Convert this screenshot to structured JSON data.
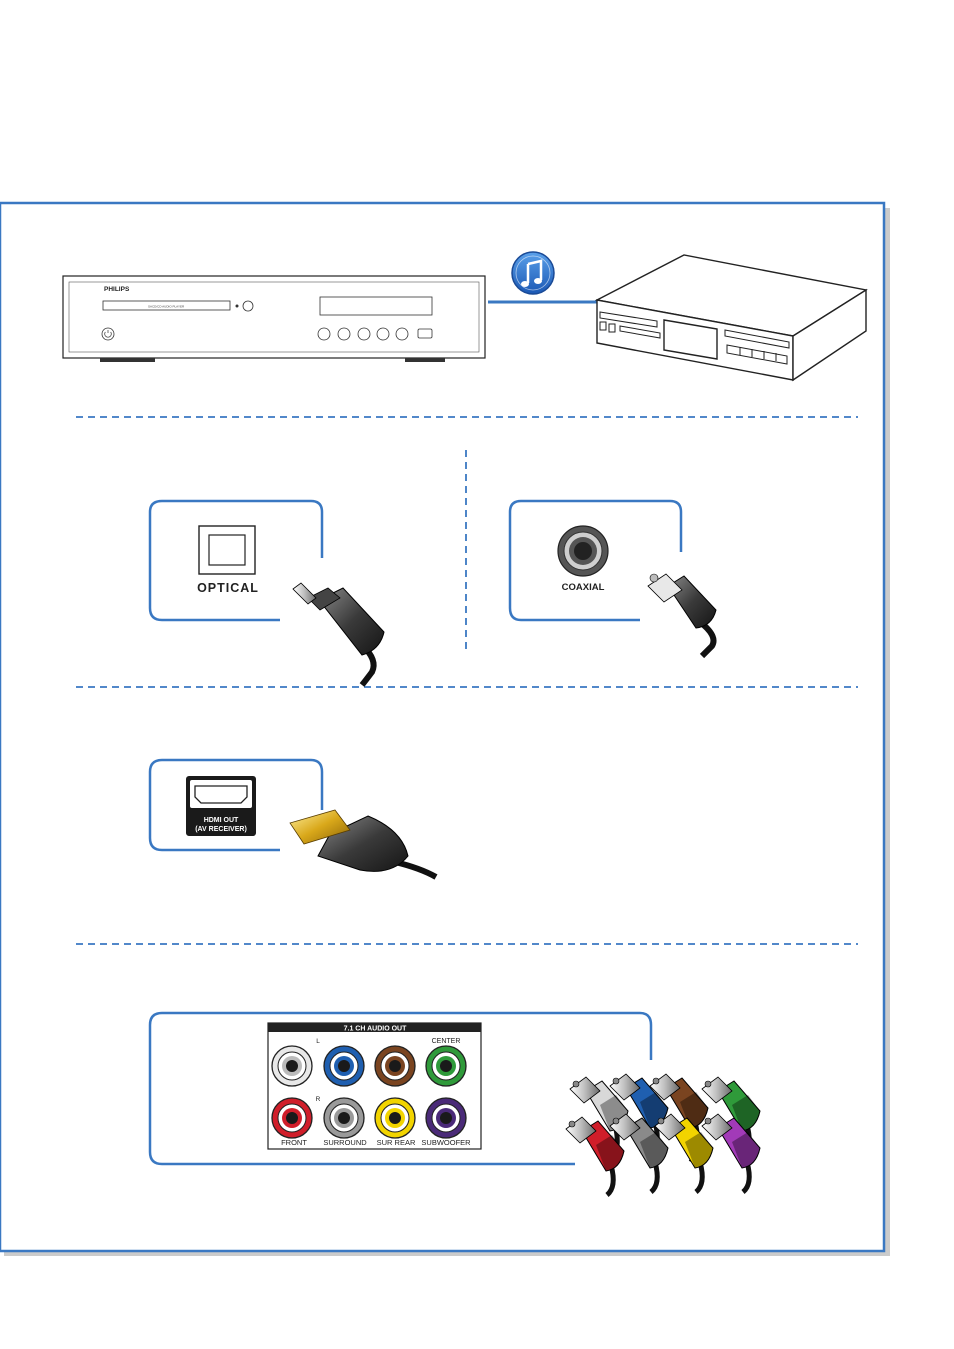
{
  "player": {
    "brand": "PHILIPS",
    "model": "SACD/CD AUDIO PLAYER"
  },
  "optical": {
    "label": "OPTICAL"
  },
  "coaxial": {
    "label": "COAXIAL"
  },
  "hdmi": {
    "line1": "HDMI OUT",
    "line2": "(AV RECEIVER)"
  },
  "audio71": {
    "title": "7.1 CH AUDIO OUT",
    "label_l": "L",
    "label_r": "R",
    "center": "CENTER",
    "front": "FRONT",
    "surround": "SURROUND",
    "sur_rear": "SUR REAR",
    "subwoofer": "SUBWOOFER"
  },
  "colors": {
    "frame_blue": "#3a78c2",
    "jack_white": "#e8e8e8",
    "jack_blue": "#1f5fb0",
    "jack_brown": "#7a4420",
    "jack_green": "#2f9a3a",
    "jack_red": "#d01e2a",
    "jack_gray": "#9a9a9a",
    "jack_yellow": "#f2d400",
    "jack_purple": "#4a2a78",
    "plug_violet": "#a23ab8"
  },
  "icons": [
    "music-note-icon"
  ]
}
